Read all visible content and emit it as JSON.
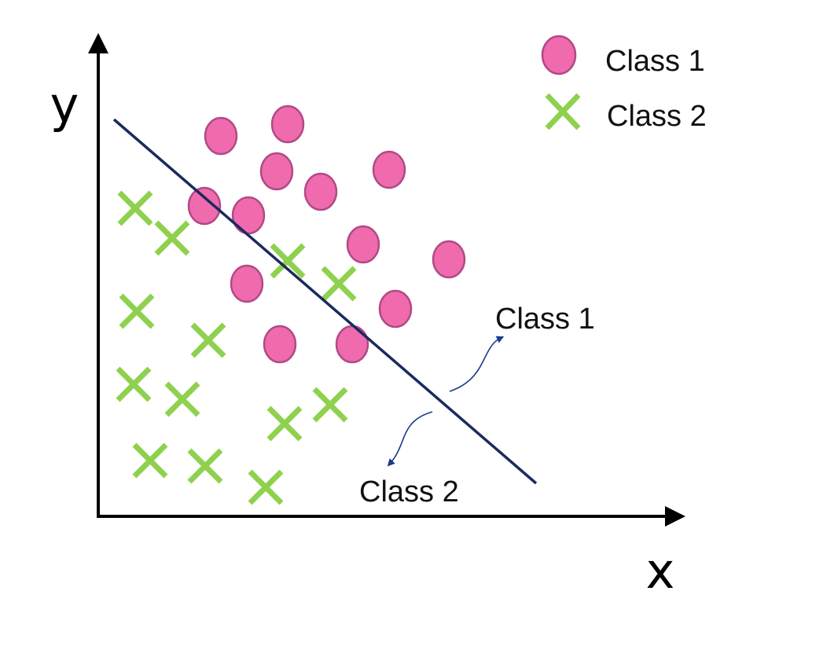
{
  "axes": {
    "x_label": "x",
    "y_label": "y"
  },
  "legend": [
    {
      "label": "Class 1",
      "marker": "circle",
      "color": "#f06aae"
    },
    {
      "label": "Class 2",
      "marker": "cross",
      "color": "#8fd14f"
    }
  ],
  "annotations": {
    "above_line": "Class 1",
    "below_line": "Class 2"
  },
  "colors": {
    "class1_fill": "#f06aae",
    "class1_stroke": "#b04a86",
    "class2": "#8fd14f",
    "boundary": "#1b2a5e",
    "axes": "#000000",
    "arrow": "#1a3a8a"
  }
}
